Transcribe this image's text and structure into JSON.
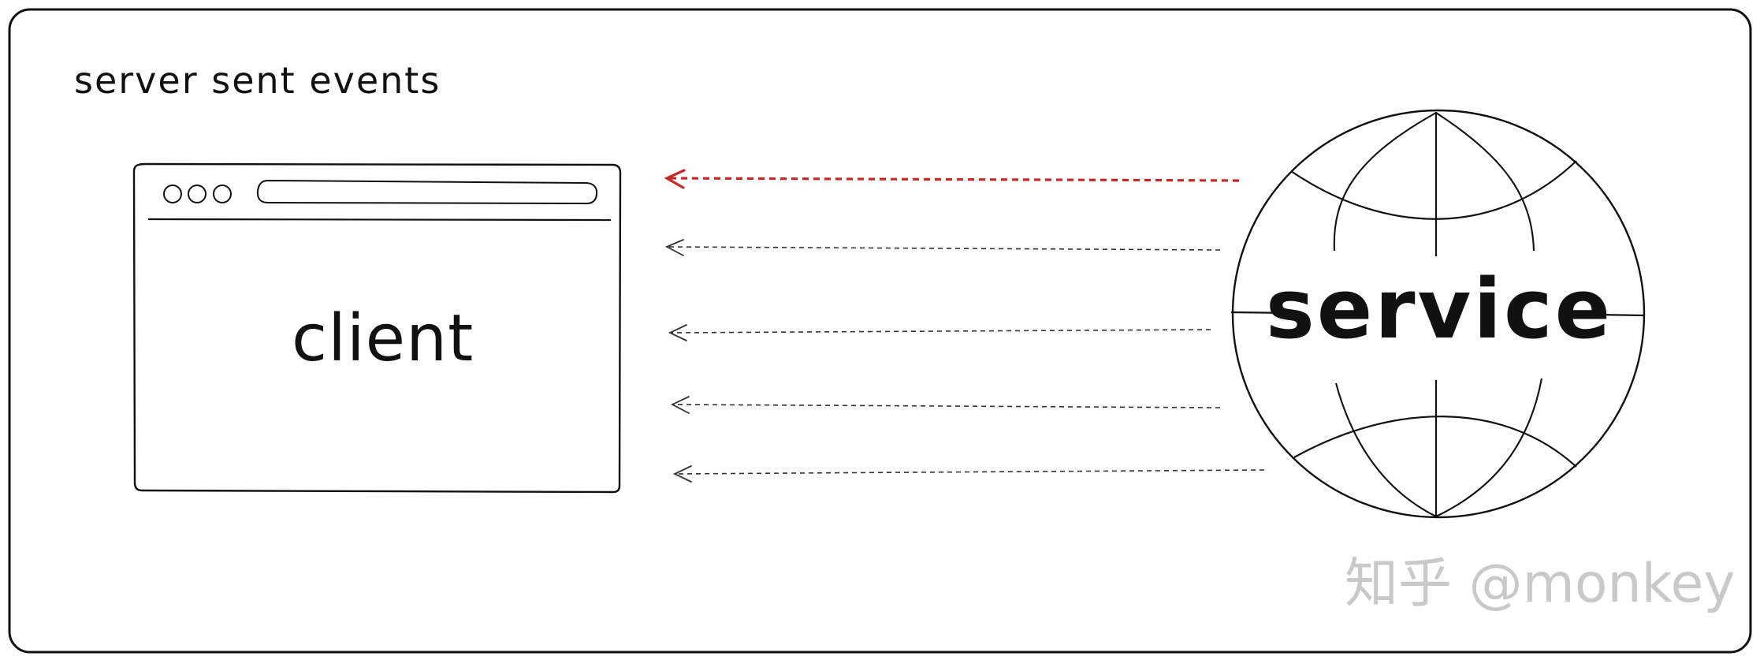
{
  "diagram": {
    "title": "server sent events",
    "client": {
      "label": "client"
    },
    "service": {
      "label": "service"
    },
    "watermark": "知乎 @monkey",
    "colors": {
      "stroke": "#111111",
      "highlight_arrow": "#c62828",
      "arrow": "#333333",
      "watermark": "#c9c9c9"
    }
  }
}
